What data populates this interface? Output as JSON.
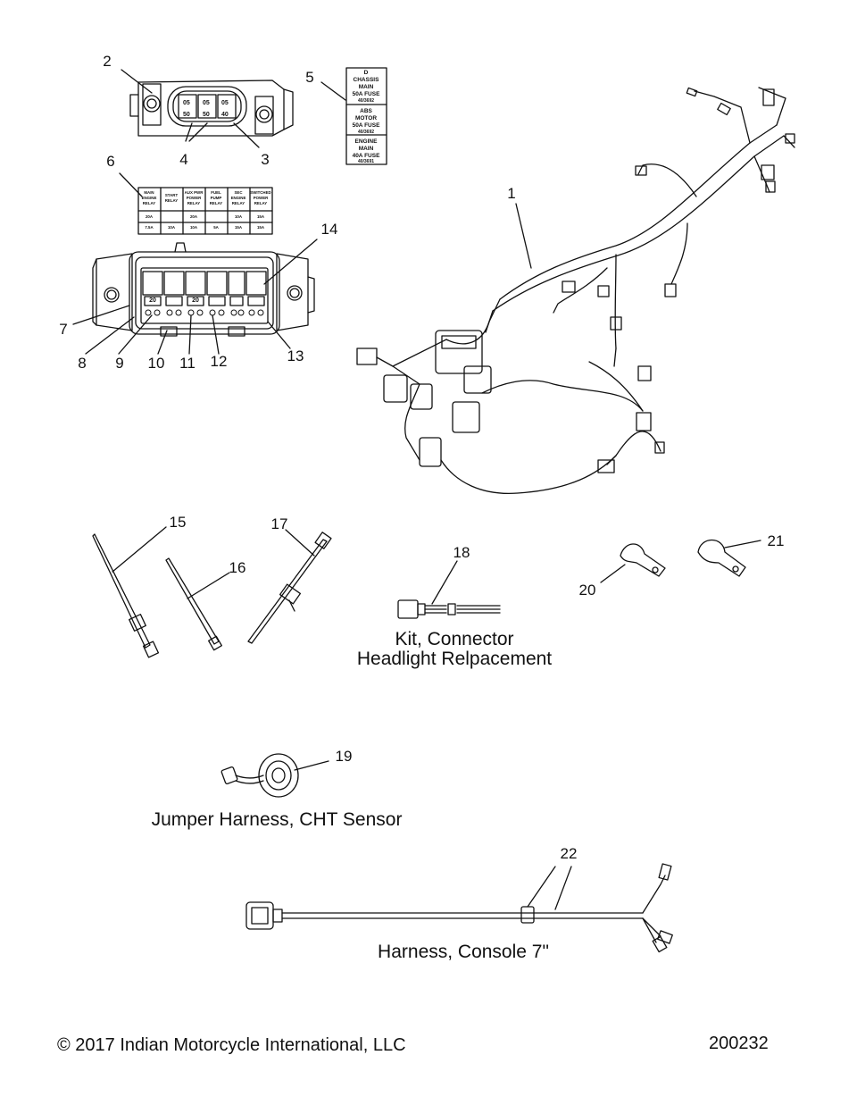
{
  "callouts": [
    "1",
    "2",
    "3",
    "4",
    "5",
    "6",
    "7",
    "8",
    "9",
    "10",
    "11",
    "12",
    "13",
    "14",
    "15",
    "16",
    "17",
    "18",
    "19",
    "20",
    "21",
    "22"
  ],
  "captions": {
    "kit_connector_line1": "Kit, Connector",
    "kit_connector_line2": "Headlight Relpacement",
    "jumper_harness": "Jumper Harness, CHT Sensor",
    "console_harness": "Harness, Console 7\""
  },
  "fuse_label": {
    "rows": [
      [
        "CHASSIS",
        "MAIN",
        "50A FUSE",
        "40/3692"
      ],
      [
        "ABS",
        "MOTOR",
        "50A FUSE",
        "40/3692"
      ],
      [
        "ENGINE",
        "MAIN",
        "40A FUSE",
        "40/3691"
      ]
    ]
  },
  "relay_chart": {
    "headers": [
      [
        "MAIN",
        "ENGINE",
        "RELAY"
      ],
      [
        "START",
        "RELAY"
      ],
      [
        "AUX PWR",
        "POWER",
        "RELAY"
      ],
      [
        "FUEL",
        "PUMP",
        "RELAY"
      ],
      [
        "SEC",
        "ENGINE",
        "RELAY"
      ],
      [
        "SWITCHED",
        "POWER",
        "RELAY"
      ]
    ],
    "row1": [
      "20A",
      "",
      "20A",
      "",
      "10A",
      "15A"
    ],
    "row2": [
      "7.5A",
      "10A",
      "10A",
      "5A",
      "15A",
      "15A"
    ]
  },
  "fuse_block_top": [
    "05",
    "05",
    "05",
    "50",
    "50",
    "40"
  ],
  "relay_box_numbers": [
    "20",
    "",
    "20",
    "",
    "",
    ""
  ],
  "footer": {
    "copyright": "© 2017 Indian Motorcycle International, LLC",
    "diagram_number": "200232"
  }
}
